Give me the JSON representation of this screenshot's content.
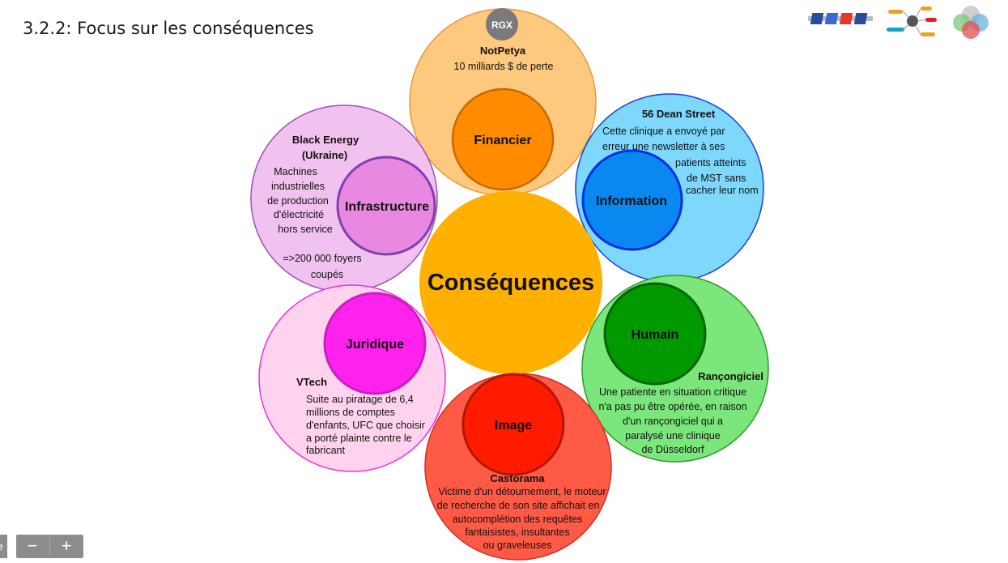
{
  "slide": {
    "title": "3.2.2: Focus sur les conséquences"
  },
  "center": {
    "label": "Conséquences",
    "color": "#ffb000"
  },
  "badge": {
    "label": "RGX"
  },
  "categories": [
    {
      "id": "financier",
      "label": "Financier",
      "outer_color": "#fdc97f",
      "inner_color": "#ff8c00",
      "example_title": "NotPetya",
      "example_lines": [
        "10 milliards $ de perte"
      ]
    },
    {
      "id": "information",
      "label": "Information",
      "outer_color": "#7ed8fb",
      "inner_color": "#0a88f0",
      "example_title": "56 Dean Street",
      "example_lines": [
        "Cette clinique a envoyé par",
        "erreur une newsletter à ses",
        "patients atteints",
        "de MST sans",
        "cacher leur nom"
      ]
    },
    {
      "id": "humain",
      "label": "Humain",
      "outer_color": "#7be67b",
      "inner_color": "#009900",
      "example_title": "Rançongiciel",
      "example_lines": [
        "Une patiente en situation critique",
        "n'a pas pu être opérée, en raison",
        "d'un rançongiciel qui a",
        "paralysé une clinique",
        "de Düsseldorf"
      ]
    },
    {
      "id": "image",
      "label": "Image",
      "outer_color": "#ff5a46",
      "inner_color": "#ff1a00",
      "example_title": "Castorama",
      "example_lines": [
        "Victime d'un détournement, le moteur",
        "de recherche de son site affichait en",
        "autocomplétion des requêtes",
        "fantaisistes, insultantes",
        "ou graveleuses"
      ]
    },
    {
      "id": "juridique",
      "label": "Juridique",
      "outer_color": "#ffd3ee",
      "inner_color": "#ff22ee",
      "example_title": "VTech",
      "example_lines": [
        "Suite au piratage de 6,4",
        "millions de comptes",
        "d'enfants, UFC que choisir",
        "a porté plainte contre le",
        "fabricant"
      ]
    },
    {
      "id": "infrastructure",
      "label": "Infrastructure",
      "outer_color": "#f1c2ef",
      "inner_color": "#e888e0",
      "example_title": "Black Energy",
      "example_subtitle": "(Ukraine)",
      "example_lines": [
        "Machines",
        "industrielles",
        "de production",
        "d'électricité",
        "hors service",
        "=>200 000 foyers",
        "coupés"
      ]
    }
  ],
  "controls": {
    "zoom_out": "−",
    "zoom_in": "+"
  }
}
